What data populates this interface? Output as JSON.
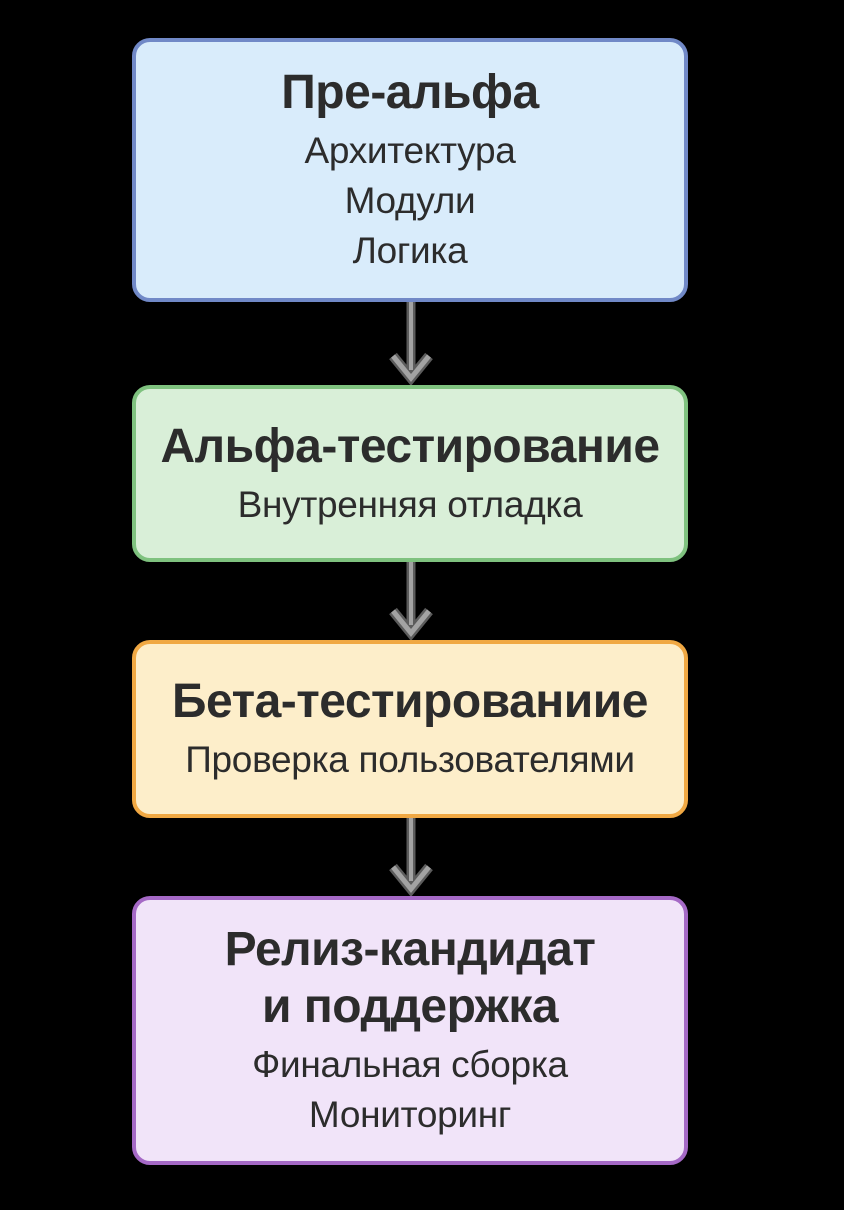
{
  "canvas": {
    "background_color": "#000000",
    "text_color": "#2c2c2c"
  },
  "arrow": {
    "name": "down-arrow",
    "outline_color": "#5c5c5c",
    "fill_color": "#a3a3a3"
  },
  "stages": [
    {
      "title": "Пре-альфа",
      "lines": [
        "Архитектура",
        "Модули",
        "Логика"
      ],
      "fill": "#d9ecfb",
      "border": "#7189c7"
    },
    {
      "title": "Альфа-тестирование",
      "lines": [
        "Внутренняя отладка"
      ],
      "fill": "#d9efd8",
      "border": "#7fc27f"
    },
    {
      "title": "Бета-тестированиие",
      "lines": [
        "Проверка пользователями"
      ],
      "fill": "#fdeeca",
      "border": "#f0a843"
    },
    {
      "title": "Релиз-кандидат\nи поддержка",
      "lines": [
        "Финальная сборка",
        "Мониторинг"
      ],
      "fill": "#f1e4f9",
      "border": "#a569c6"
    }
  ]
}
